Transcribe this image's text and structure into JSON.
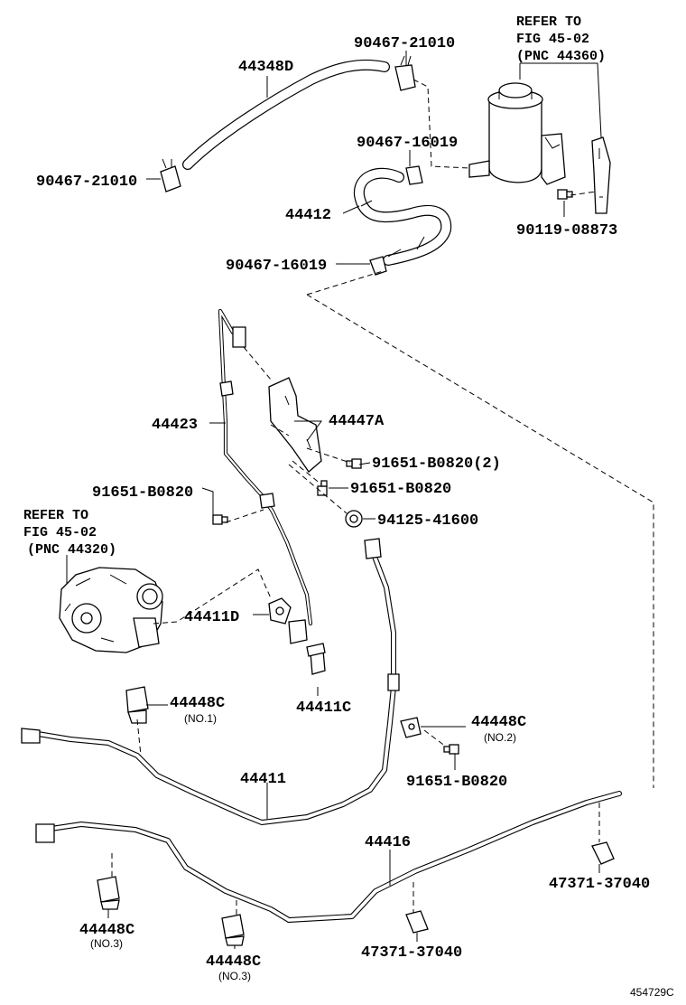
{
  "diagram_id": "454729C",
  "refs": [
    {
      "line1": "REFER TO",
      "line2": "FIG 45-02",
      "line3": "(PNC 44360)"
    },
    {
      "line1": "REFER TO",
      "line2": "FIG 45-02",
      "line3": "(PNC 44320)"
    }
  ],
  "labels": {
    "p44348D": "44348D",
    "p90467_21010_top": "90467-21010",
    "p90467_21010_left": "90467-21010",
    "p90467_16019_top": "90467-16019",
    "p90467_16019_mid": "90467-16019",
    "p44412": "44412",
    "p90119_08873": "90119-08873",
    "p44423": "44423",
    "p44447A": "44447A",
    "p91651_B0820_2": "91651-B0820(2)",
    "p91651_B0820_mid": "91651-B0820",
    "p91651_B0820_left": "91651-B0820",
    "p94125_41600": "94125-41600",
    "p44411D": "44411D",
    "p44411C": "44411C",
    "p44448C_no1": "44448C",
    "p44448C_no1_sub": "(NO.1)",
    "p44448C_no2": "44448C",
    "p44448C_no2_sub": "(NO.2)",
    "p91651_B0820_low": "91651-B0820",
    "p44411": "44411",
    "p44416": "44416",
    "p47371_37040_right": "47371-37040",
    "p47371_37040_mid": "47371-37040",
    "p44448C_no3a": "44448C",
    "p44448C_no3a_sub": "(NO.3)",
    "p44448C_no3b": "44448C",
    "p44448C_no3b_sub": "(NO.3)"
  }
}
